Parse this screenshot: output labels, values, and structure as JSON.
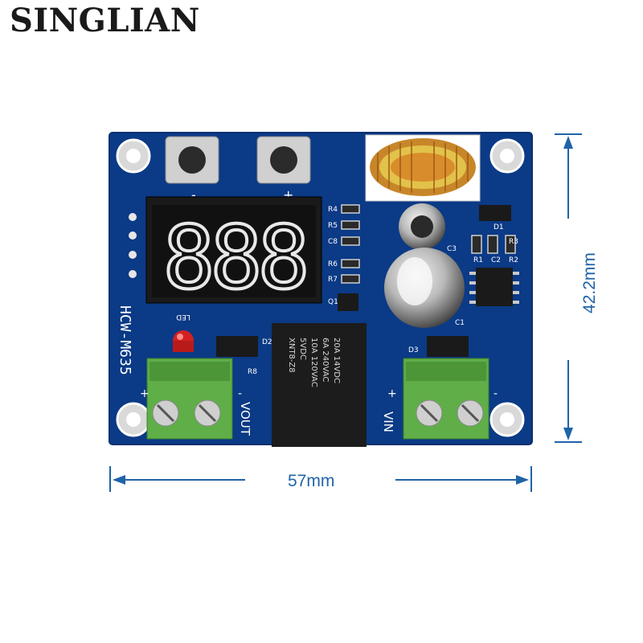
{
  "brand": "SINGLIAN",
  "dimensions": {
    "width": "57mm",
    "height": "42.2mm"
  },
  "board": {
    "model": "HCW-M635",
    "display": "888",
    "button_minus": "-",
    "button_plus": "+",
    "led_label": "LED",
    "output_label": "VOUT",
    "input_label": "VIN",
    "out_plus": "+",
    "out_minus": "-",
    "in_plus": "+",
    "in_minus": "-",
    "relay_lines": [
      "XNT8-Z8",
      "5VDC",
      "10A 120VAC",
      "6A 240VAC",
      "20A 14VDC"
    ],
    "components": [
      "R4",
      "R5",
      "C8",
      "R6",
      "R7",
      "Q1",
      "R8",
      "D1",
      "D2",
      "D3",
      "C3",
      "C1",
      "C2",
      "R1",
      "R2",
      "R3"
    ]
  },
  "colors": {
    "pcb": "#0b3a86",
    "terminal": "#5fae48",
    "dimension": "#1f63a8"
  }
}
